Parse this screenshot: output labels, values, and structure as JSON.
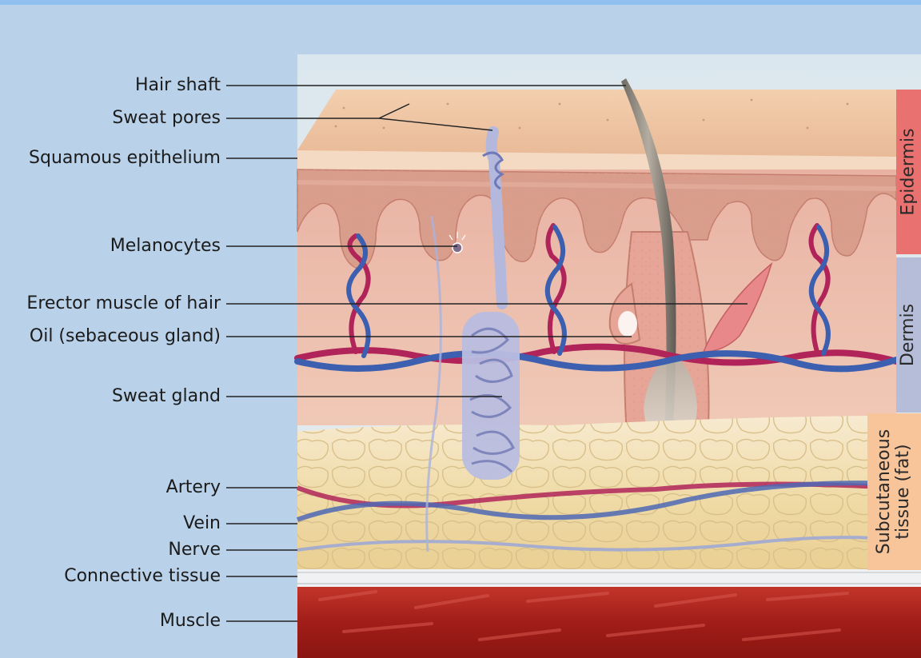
{
  "labels": [
    {
      "id": "hair-shaft",
      "text": "Hair shaft"
    },
    {
      "id": "sweat-pores",
      "text": "Sweat pores"
    },
    {
      "id": "squamous-epithelium",
      "text": "Squamous epithelium"
    },
    {
      "id": "melanocytes",
      "text": "Melanocytes"
    },
    {
      "id": "erector-muscle",
      "text": "Erector muscle of hair"
    },
    {
      "id": "oil-gland",
      "text": "Oil (sebaceous gland)"
    },
    {
      "id": "sweat-gland",
      "text": "Sweat gland"
    },
    {
      "id": "artery",
      "text": "Artery"
    },
    {
      "id": "vein",
      "text": "Vein"
    },
    {
      "id": "nerve",
      "text": "Nerve"
    },
    {
      "id": "connective-tissue",
      "text": "Connective tissue"
    },
    {
      "id": "muscle",
      "text": "Muscle"
    }
  ],
  "layers": {
    "epidermis": "Epidermis",
    "dermis": "Dermis",
    "subcutaneous_line1": "Subcutaneous",
    "subcutaneous_line2": "tissue (fat)"
  },
  "colors": {
    "background": "#b9d1e9",
    "top_bar": "#8fc0ef",
    "epidermis_tab": "#e9716f",
    "dermis_tab": "#b6bdd9",
    "subcutaneous_tab": "#f8c49a",
    "artery": "#b0245a",
    "vein": "#3d5fb0",
    "muscle": "#a8211c",
    "fat": "#f1dfae"
  }
}
